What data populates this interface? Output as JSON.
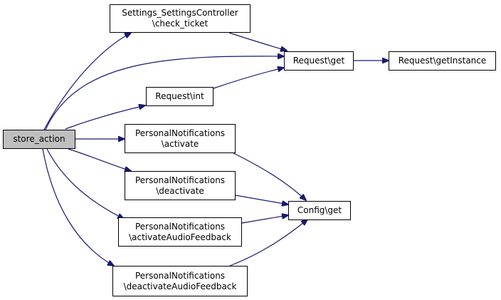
{
  "graph": {
    "edge_color": "#191970",
    "root_fill": "#bfbfbf",
    "nodes": {
      "store_action": {
        "lines": [
          "store_action"
        ]
      },
      "check_ticket": {
        "lines": [
          "Settings_SettingsController",
          "\\check_ticket"
        ]
      },
      "request_get": {
        "lines": [
          "Request\\get"
        ]
      },
      "request_getinstance": {
        "lines": [
          "Request\\getInstance"
        ]
      },
      "request_int": {
        "lines": [
          "Request\\int"
        ]
      },
      "pn_activate": {
        "lines": [
          "PersonalNotifications",
          "\\activate"
        ]
      },
      "pn_deactivate": {
        "lines": [
          "PersonalNotifications",
          "\\deactivate"
        ]
      },
      "config_get": {
        "lines": [
          "Config\\get"
        ]
      },
      "pn_activate_audio": {
        "lines": [
          "PersonalNotifications",
          "\\activateAudioFeedback"
        ]
      },
      "pn_deactivate_audio": {
        "lines": [
          "PersonalNotifications",
          "\\deactivateAudioFeedback"
        ]
      }
    },
    "edges": [
      {
        "from": "store_action",
        "to": "check_ticket"
      },
      {
        "from": "store_action",
        "to": "request_get"
      },
      {
        "from": "store_action",
        "to": "request_int"
      },
      {
        "from": "store_action",
        "to": "pn_activate"
      },
      {
        "from": "store_action",
        "to": "pn_deactivate"
      },
      {
        "from": "store_action",
        "to": "pn_activate_audio"
      },
      {
        "from": "store_action",
        "to": "pn_deactivate_audio"
      },
      {
        "from": "check_ticket",
        "to": "request_get"
      },
      {
        "from": "request_int",
        "to": "request_get"
      },
      {
        "from": "request_get",
        "to": "request_getinstance"
      },
      {
        "from": "pn_activate",
        "to": "config_get"
      },
      {
        "from": "pn_deactivate",
        "to": "config_get"
      },
      {
        "from": "pn_activate_audio",
        "to": "config_get"
      },
      {
        "from": "pn_deactivate_audio",
        "to": "config_get"
      }
    ]
  }
}
